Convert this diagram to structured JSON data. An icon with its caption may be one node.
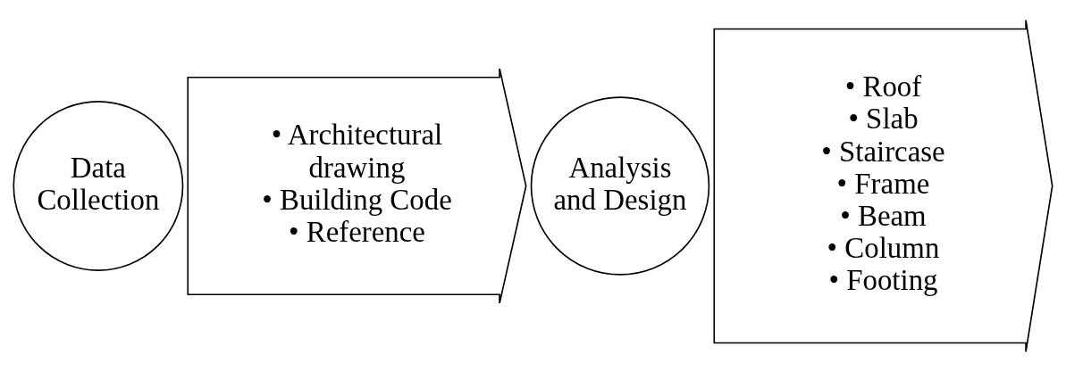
{
  "diagram": {
    "nodes": [
      {
        "text": [
          "Data Collection"
        ]
      },
      {
        "text": [
          "• Architectural drawing",
          "• Building Code",
          "• Reference"
        ]
      },
      {
        "text": [
          "Analysis and Design"
        ]
      },
      {
        "text": [
          "• Roof",
          "• Slab",
          "• Staircase",
          "• Frame",
          "• Beam",
          "• Column",
          "• Footing"
        ]
      }
    ]
  }
}
